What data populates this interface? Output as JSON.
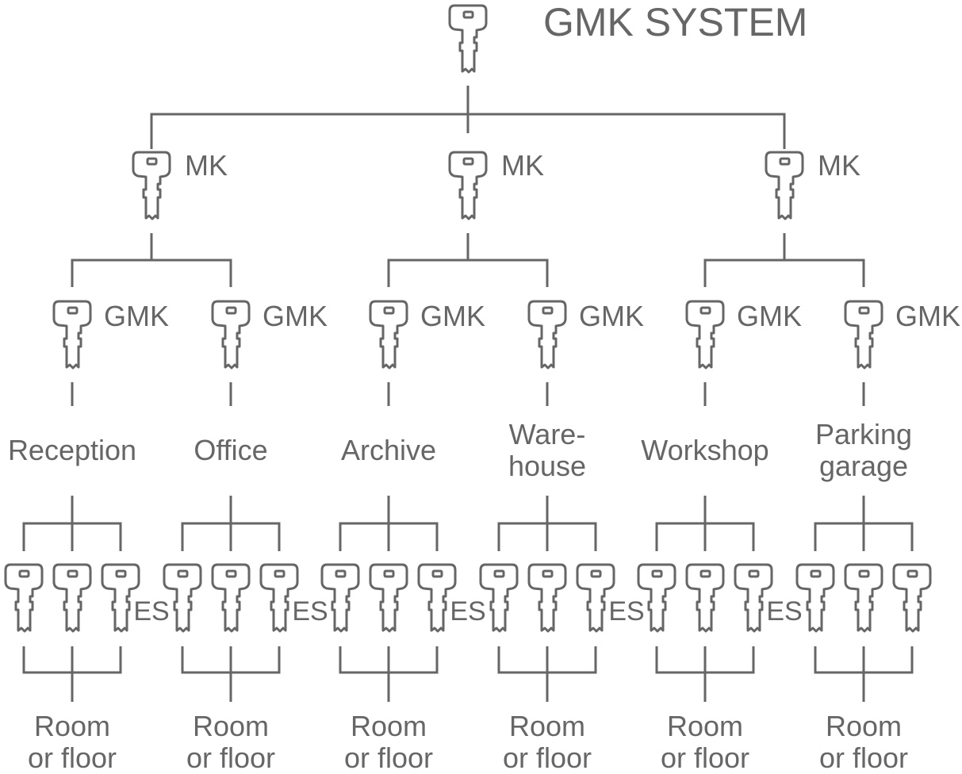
{
  "title": "GMK SYSTEM",
  "mk_label": "MK",
  "gmk_label": "GMK",
  "es_label": "ES",
  "groups": [
    {
      "area": [
        "Reception"
      ],
      "room": [
        "Room",
        "or floor"
      ]
    },
    {
      "area": [
        "Office"
      ],
      "room": [
        "Room",
        "or floor"
      ]
    },
    {
      "area": [
        "Archive"
      ],
      "room": [
        "Room",
        "or floor"
      ]
    },
    {
      "area": [
        "Ware-",
        "house"
      ],
      "room": [
        "Room",
        "or floor"
      ]
    },
    {
      "area": [
        "Workshop"
      ],
      "room": [
        "Room",
        "or floor"
      ]
    },
    {
      "area": [
        "Parking",
        "garage"
      ],
      "room": [
        "Room",
        "or floor"
      ]
    }
  ],
  "colors": {
    "stroke": "#666666",
    "text": "#666666",
    "background": "#ffffff"
  }
}
